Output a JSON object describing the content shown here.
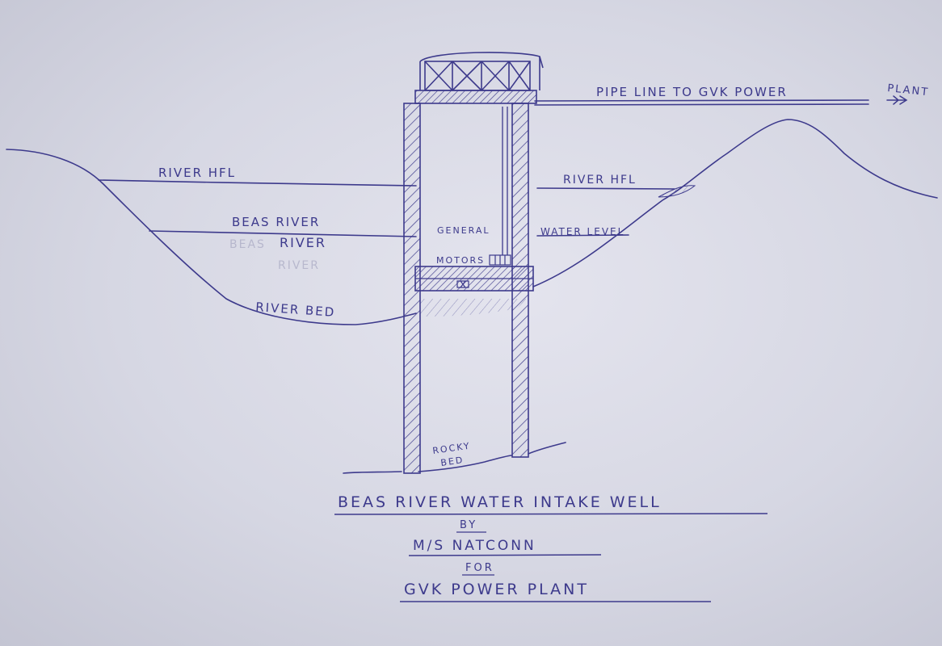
{
  "labels": {
    "pipe_line": "PIPE LINE TO GVK POWER",
    "plant": "PLANT",
    "river_hfl_left": "RIVER HFL",
    "river_hfl_right": "RIVER HFL",
    "beas_river": "BEAS RIVER",
    "river": "RIVER",
    "faint_beas": "BEAS",
    "faint_river": "RIVER",
    "general": "GENERAL",
    "water_level": "WATER LEVEL",
    "motors": "MOTORS",
    "river_bed": "RIVER BED",
    "rocky": "ROCKY",
    "bed": "BED"
  },
  "title": {
    "line1": "BEAS RIVER WATER INTAKE WELL",
    "line2": "BY",
    "line3": "M/S NATCONN",
    "line4": "FOR",
    "line5": "GVK POWER PLANT"
  },
  "colors": {
    "ink": "#3d3a8c",
    "paper": "#dcdde8"
  }
}
